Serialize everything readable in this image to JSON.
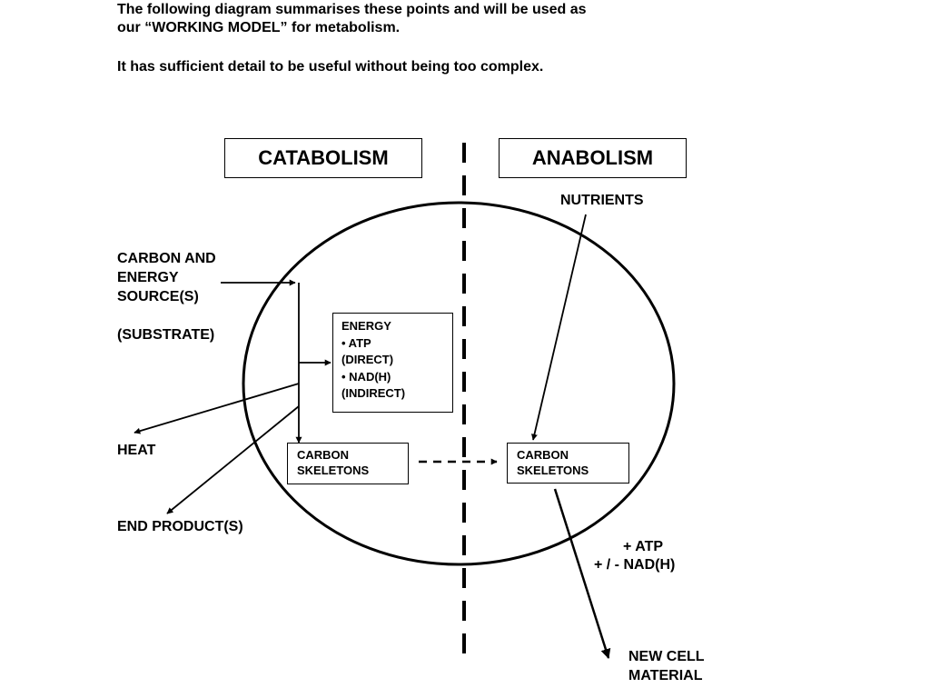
{
  "intro": {
    "line1": "The following diagram summarises these points and will be used as",
    "line2": "our “WORKING MODEL” for metabolism.",
    "line3": "It has sufficient detail to be useful without being too complex."
  },
  "headers": {
    "catabolism": "CATABOLISM",
    "anabolism": "ANABOLISM"
  },
  "labels": {
    "carbon_energy_1": "CARBON AND",
    "carbon_energy_2": "ENERGY",
    "carbon_energy_3": "SOURCE(S)",
    "substrate": "(SUBSTRATE)",
    "heat": "HEAT",
    "end_products": "END PRODUCT(S)",
    "nutrients": "NUTRIENTS",
    "atp_plus": "+ ATP",
    "nadh_plusminus": "+ / - NAD(H)",
    "new_cell_1": "NEW CELL",
    "new_cell_2": "MATERIAL"
  },
  "energy_box": {
    "title": "ENERGY",
    "item1": "•   ATP",
    "item1_note": "(DIRECT)",
    "item2": "•   NAD(H)",
    "item2_note": "(INDIRECT)"
  },
  "carbon_skeletons_left": {
    "line1": "CARBON",
    "line2": "SKELETONS"
  },
  "carbon_skeletons_right": {
    "line1": "CARBON",
    "line2": "SKELETONS"
  }
}
